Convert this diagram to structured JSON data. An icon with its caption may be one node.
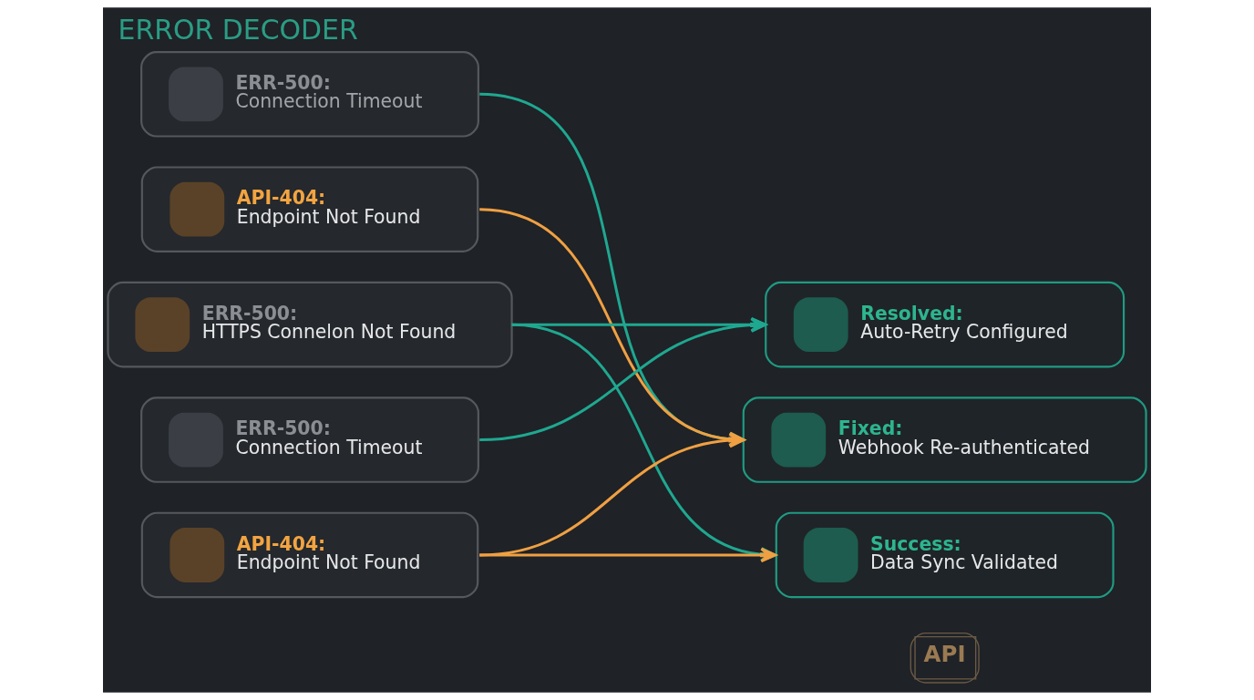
{
  "diagram": {
    "title": "ERROR DECODER",
    "nodes": [
      {
        "text": [
          "ERR-500:",
          "Connection Timeout"
        ]
      },
      {
        "text": [
          "API-404:",
          "Endpoint Not Found"
        ]
      },
      {
        "text": [
          "ERR-500:",
          "HTTPS Connelon Not Found"
        ]
      },
      {
        "text": [
          "ERR-500:",
          "Connection Timeout"
        ]
      },
      {
        "text": [
          "API-404:",
          "Endpoint Not Found"
        ]
      },
      {
        "text": [
          "Resolved:",
          "Auto-Retry Configured"
        ]
      },
      {
        "text": [
          "Fixed:",
          "Webhook Re-authenticated"
        ]
      },
      {
        "text": [
          "Success:",
          "Data Sync Validated"
        ]
      }
    ],
    "edges": [
      {
        "from": 0,
        "to": 6,
        "arrow": "to",
        "color": "#1fa890"
      },
      {
        "from": 1,
        "to": 6,
        "arrow": "to",
        "color": "#f0a042"
      },
      {
        "from": 2,
        "to": 5,
        "arrow": "to",
        "color": "#1fa890"
      },
      {
        "from": 2,
        "to": 7,
        "arrow": "to",
        "color": "#1fa890"
      },
      {
        "from": 3,
        "to": 5,
        "arrow": "to",
        "color": "#1fa890"
      },
      {
        "from": 4,
        "to": 6,
        "arrow": "to",
        "color": "#f0a042"
      },
      {
        "from": 4,
        "to": 7,
        "arrow": "to",
        "color": "#f0a042"
      }
    ],
    "labels": [
      "API"
    ]
  }
}
